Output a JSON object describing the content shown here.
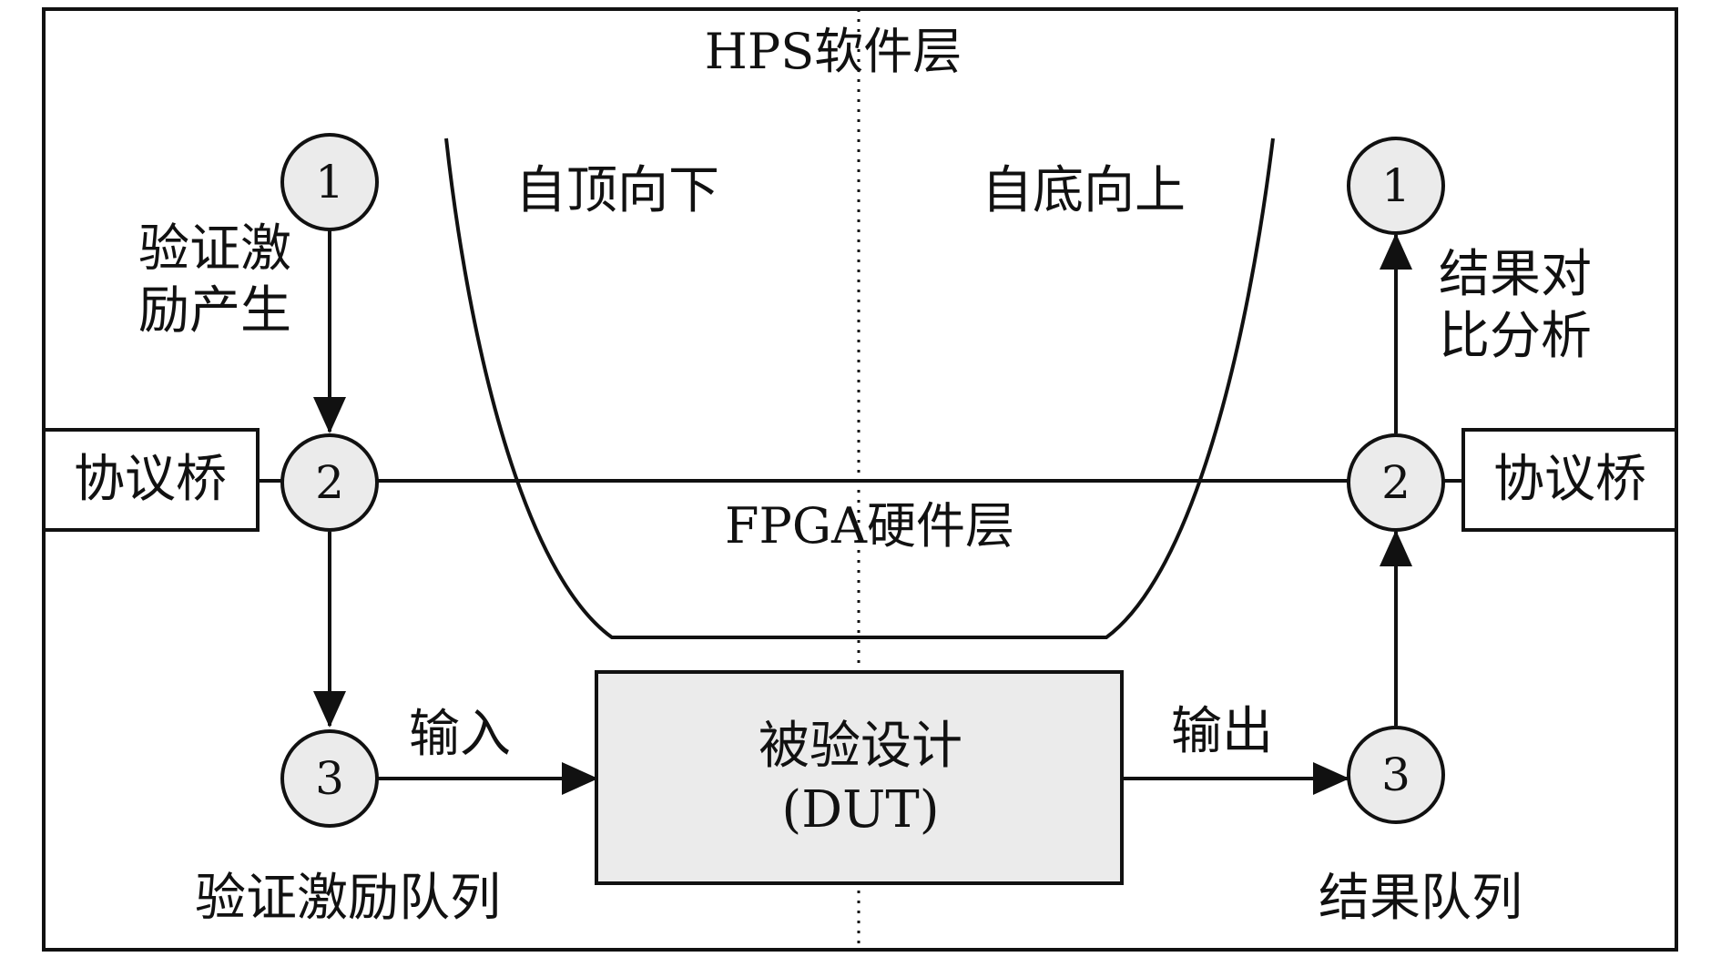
{
  "labels": {
    "software_layer": "HPS软件层",
    "hardware_layer": "FPGA硬件层",
    "top_down": "自顶向下",
    "bottom_up": "自底向上",
    "stimulus_gen_line1": "验证激",
    "stimulus_gen_line2": "励产生",
    "result_compare_line1": "结果对",
    "result_compare_line2": "比分析",
    "bridge_left": "协议桥",
    "bridge_right": "协议桥",
    "input": "输入",
    "output": "输出",
    "dut_line1": "被验设计",
    "dut_line2": "(DUT)",
    "stimulus_queue": "验证激励队列",
    "result_queue": "结果队列"
  },
  "nodes": {
    "left_1": "1",
    "left_2": "2",
    "left_3": "3",
    "right_1": "1",
    "right_2": "2",
    "right_3": "3"
  },
  "colors": {
    "line": "#111111",
    "node_fill": "#ebebeb",
    "dut_fill": "#ebebeb",
    "background": "#ffffff"
  }
}
